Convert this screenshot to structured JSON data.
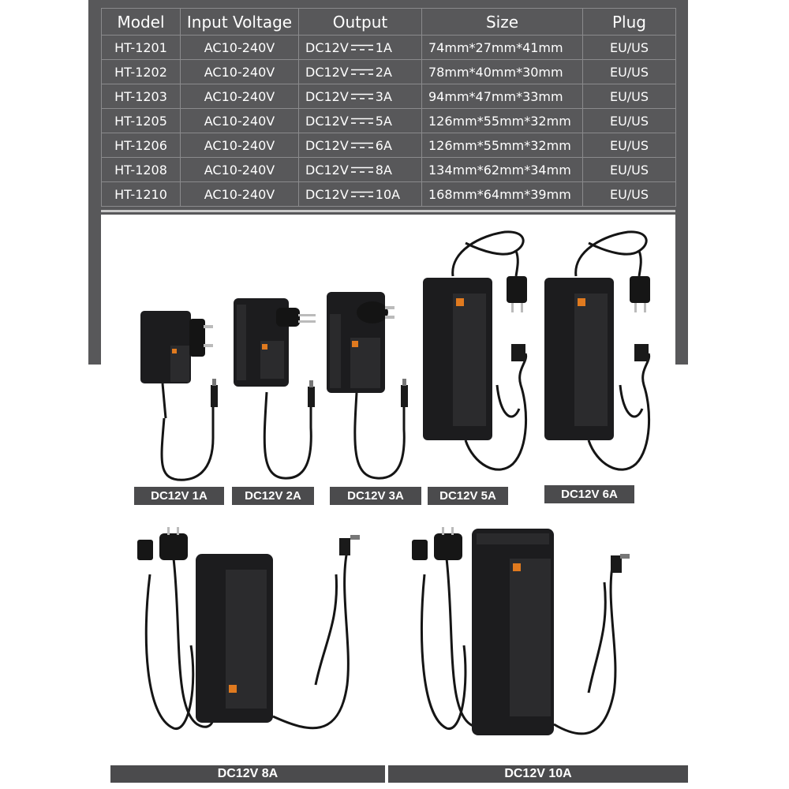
{
  "table": {
    "headers": [
      "Model",
      "Input Voltage",
      "Output",
      "Size",
      "Plug"
    ],
    "rows": [
      {
        "model": "HT-1201",
        "input": "AC10-240V",
        "out_prefix": "DC12V",
        "out_current": "1A",
        "size": "74mm*27mm*41mm",
        "plug": "EU/US"
      },
      {
        "model": "HT-1202",
        "input": "AC10-240V",
        "out_prefix": "DC12V",
        "out_current": "2A",
        "size": "78mm*40mm*30mm",
        "plug": "EU/US"
      },
      {
        "model": "HT-1203",
        "input": "AC10-240V",
        "out_prefix": "DC12V",
        "out_current": "3A",
        "size": "94mm*47mm*33mm",
        "plug": "EU/US"
      },
      {
        "model": "HT-1205",
        "input": "AC10-240V",
        "out_prefix": "DC12V",
        "out_current": "5A",
        "size": "126mm*55mm*32mm",
        "plug": "EU/US"
      },
      {
        "model": "HT-1206",
        "input": "AC10-240V",
        "out_prefix": "DC12V",
        "out_current": "6A",
        "size": "126mm*55mm*32mm",
        "plug": "EU/US"
      },
      {
        "model": "HT-1208",
        "input": "AC10-240V",
        "out_prefix": "DC12V",
        "out_current": "8A",
        "size": "134mm*62mm*34mm",
        "plug": "EU/US"
      },
      {
        "model": "HT-1210",
        "input": "AC10-240V",
        "out_prefix": "DC12V",
        "out_current": "10A",
        "size": "168mm*64mm*39mm",
        "plug": "EU/US"
      }
    ]
  },
  "products": {
    "labels": [
      "DC12V 1A",
      "DC12V 2A",
      "DC12V 3A",
      "DC12V 5A",
      "DC12V 6A",
      "DC12V 8A",
      "DC12V 10A"
    ]
  },
  "colors": {
    "background_band": "#58585a",
    "label_bar": "#4b4b4d",
    "adapter_body": "#1c1c1e"
  }
}
